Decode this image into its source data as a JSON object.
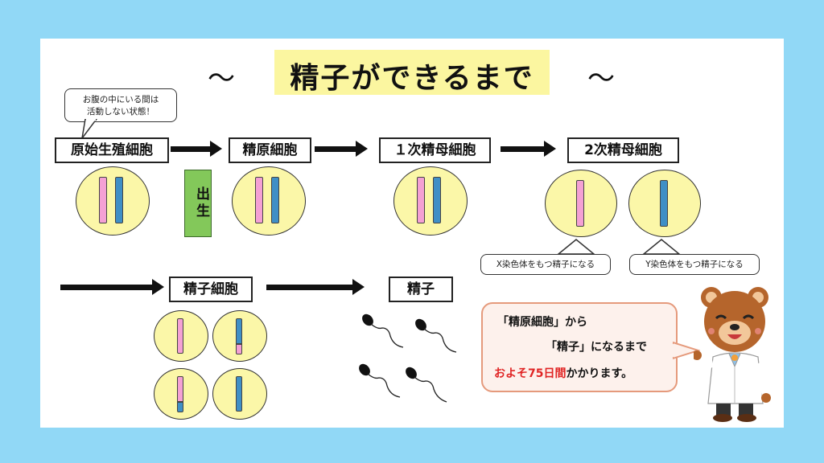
{
  "title": {
    "text": "精子ができるまで",
    "tilde_left": "～",
    "tilde_right": "～"
  },
  "stages": {
    "primordial": "原始生殖細胞",
    "spermatogonium": "精原細胞",
    "primary": "１次精母細胞",
    "secondary": "2次精母細胞",
    "spermatid": "精子細胞",
    "sperm": "精子"
  },
  "callout_womb": {
    "line1": "お腹の中にいる間は",
    "line2": "活動しない状態！"
  },
  "birth_label": "出生",
  "callout_x": "X染色体をもつ精子になる",
  "callout_y": "Y染色体をもつ精子になる",
  "speech": {
    "line1": "「精原細胞」から",
    "line2": "「精子」になるまで",
    "line3_red": "およそ75日間",
    "line3_rest": "かかります。"
  },
  "colors": {
    "background": "#91d8f6",
    "cell": "#fbf7a8",
    "chromosome_pink": "#f4a0d4",
    "chromosome_blue": "#3f8fc6",
    "birth": "#83c85a",
    "highlight": "#fbf6a0",
    "accent_red": "#e02424"
  },
  "icons": [
    "bear-doctor-mascot-icon",
    "sperm-icon"
  ]
}
